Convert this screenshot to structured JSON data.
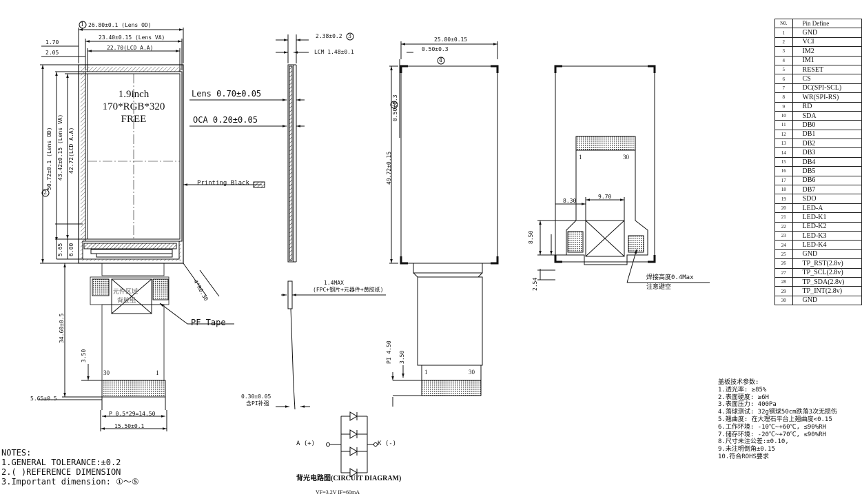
{
  "front": {
    "lens_od": "26.80±0.1 (Lens OD)",
    "lens_va": "23.40±0.15 (Lens VA)",
    "lcd_aa": "22.70(LCD A.A)",
    "dim_170": "1.70",
    "dim_205": "2.05",
    "marker1": "1",
    "marker2": "2",
    "screen_line1": "1.9inch",
    "screen_line2": "170*RGB*320",
    "screen_line3": "FREE",
    "vert_lens_od": "50.72±0.1 (Lens OD)",
    "vert_lens_va": "43.42±0.15 (Lens VA)",
    "vert_lcd_aa": "42.72(LCD A.A)",
    "dim_565": "5.65",
    "dim_600": "6.00",
    "lens_thickness": "Lens 0.70±0.05",
    "oca_thickness": "OCA 0.20±0.05",
    "printing_black": "Printing Black",
    "component_zone_line1": "元件区域",
    "component_zone_line2": "背胶纸",
    "pf_tape": "PF Tape",
    "angle": "4*R0.30",
    "fpc_length": "34.60±0.5",
    "dim_350": "3.50",
    "pin_30": "30",
    "pin_1": "1",
    "dim_565b": "5.65±0.5",
    "pitch": "P 0.5*29=14.50",
    "width_1550": "15.50±0.1"
  },
  "side": {
    "thickness": "2.38±0.2",
    "marker3": "3",
    "lcm_thickness": "LCM 1.48±0.1",
    "max_14_line1": "1.4MAX",
    "max_14_line2": "(FPC+钢片+元器件+黄胶纸)",
    "pi_line1": "0.30±0.05",
    "pi_line2": "含PI补强"
  },
  "back": {
    "width": "25.80±0.15",
    "offset": "0.50±0.3",
    "marker4": "4",
    "marker5": "5",
    "vert_offset": "0.50±0.3",
    "height": "49.72±0.15",
    "pi": "PI 4.50",
    "dim_350": "3.50",
    "pin_1": "1",
    "pin_30": "30"
  },
  "rear": {
    "pin_1": "1",
    "pin_30": "30",
    "dim_830": "8.30",
    "dim_970": "9.70",
    "dim_850": "8.50",
    "dim_254": "2.54",
    "solder_line1": "焊接高度0.4Max",
    "solder_line2": "注意避空"
  },
  "circuit": {
    "anode": "A (+)",
    "cathode": "K (-)",
    "title": "背光电路图(CIRCUIT DIAGRAM)",
    "specs": "VF=3.2V IF=60mA"
  },
  "notes": {
    "title": "NOTES:",
    "line1": "1.GENERAL TOLERANCE:±0.2",
    "line2": "2.( )REFERENCE DIMENSION",
    "line3": "3.Important dimension: ①～⑤"
  },
  "cover_params": {
    "title": "盖板技术参数:",
    "items": [
      "1.透光率: ≥85%",
      "2.表面硬度: ≥6H",
      "3.表面压力: 400Pa",
      "4.落球测试: 32g钢球50cm跌落3次无损伤",
      "5.翘曲度: 在大理石平台上翘曲度<0.15",
      "6.工作环境: -10℃~+60℃, ≤90%RH",
      "7.储存环境: -20℃~+70℃, ≤90%RH",
      "8.尺寸未注公差:±0.10,",
      "9.未注明倒角±0.15",
      "10.符合ROHS要求"
    ]
  },
  "pin_table": {
    "header_no": "N0.",
    "header_def": "Pin Define",
    "rows": [
      [
        "1",
        "GND"
      ],
      [
        "2",
        "VCI"
      ],
      [
        "3",
        "IM2"
      ],
      [
        "4",
        "IM1"
      ],
      [
        "5",
        "RESET"
      ],
      [
        "6",
        "CS"
      ],
      [
        "7",
        "DC(SPI-SCL)"
      ],
      [
        "8",
        "WR(SPI-RS)"
      ],
      [
        "9",
        "RD"
      ],
      [
        "10",
        "SDA"
      ],
      [
        "11",
        "DB0"
      ],
      [
        "12",
        "DB1"
      ],
      [
        "13",
        "DB2"
      ],
      [
        "14",
        "DB3"
      ],
      [
        "15",
        "DB4"
      ],
      [
        "16",
        "DB5"
      ],
      [
        "17",
        "DB6"
      ],
      [
        "18",
        "DB7"
      ],
      [
        "19",
        "SDO"
      ],
      [
        "20",
        "LED-A"
      ],
      [
        "21",
        "LED-K1"
      ],
      [
        "22",
        "LED-K2"
      ],
      [
        "23",
        "LED-K3"
      ],
      [
        "24",
        "LED-K4"
      ],
      [
        "25",
        "GND"
      ],
      [
        "26",
        "TP_RST(2.8v)"
      ],
      [
        "27",
        "TP_SCL(2.8v)"
      ],
      [
        "28",
        "TP_SDA(2.8v)"
      ],
      [
        "29",
        "TP_INT(2.8v)"
      ],
      [
        "30",
        "GND"
      ]
    ]
  }
}
